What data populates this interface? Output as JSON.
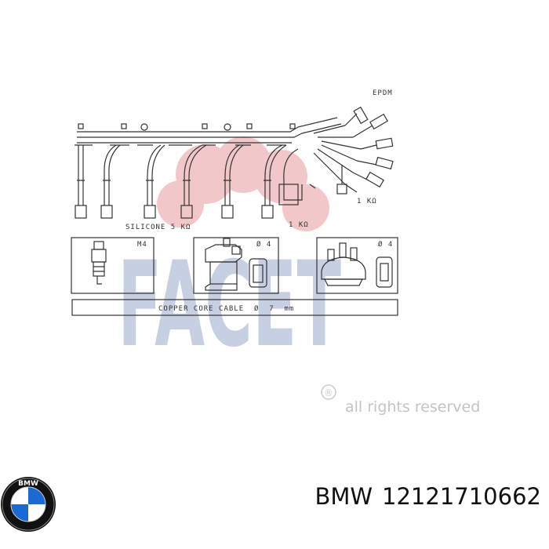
{
  "diagram": {
    "label_epdm": "EPDM",
    "label_1k_upper": "1 KΩ",
    "label_silicone": "SILICONE 5 KΩ",
    "label_1k_lower": "1 KΩ",
    "label_m4": "M4",
    "label_d4_coil": "Ø 4",
    "label_d4_dist": "Ø 4",
    "label_cable": "COPPER CORE CABLE  Ø  7  mm"
  },
  "watermark": {
    "brand": "FACET",
    "registered": "®",
    "rights": "all rights reserved",
    "color": "#9aa9cc"
  },
  "caption": {
    "brand": "BMW",
    "part_number": "12121710662"
  },
  "logo": {
    "text": "BMW",
    "colors": {
      "blue": "#1c69d4",
      "white": "#ffffff",
      "ring": "#111111"
    }
  }
}
